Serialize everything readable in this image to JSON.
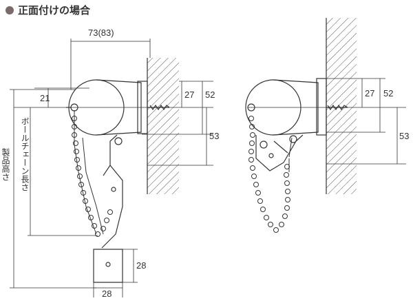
{
  "title": "正面付けの場合",
  "colors": {
    "bullet": "#7a6a6a",
    "line": "#333333"
  },
  "dims": {
    "width_top": "73(83)",
    "d21": "21",
    "d27_left": "27",
    "d52_left": "52",
    "d53_left": "53",
    "d28_h": "28",
    "d28_w": "28",
    "d27_right": "27",
    "d52_right": "52",
    "d53_right": "53"
  },
  "labels": {
    "chain_length": "ボールチェーン長さ",
    "product_height": "製品高さ"
  },
  "icons": [
    "title-bullet-icon"
  ]
}
